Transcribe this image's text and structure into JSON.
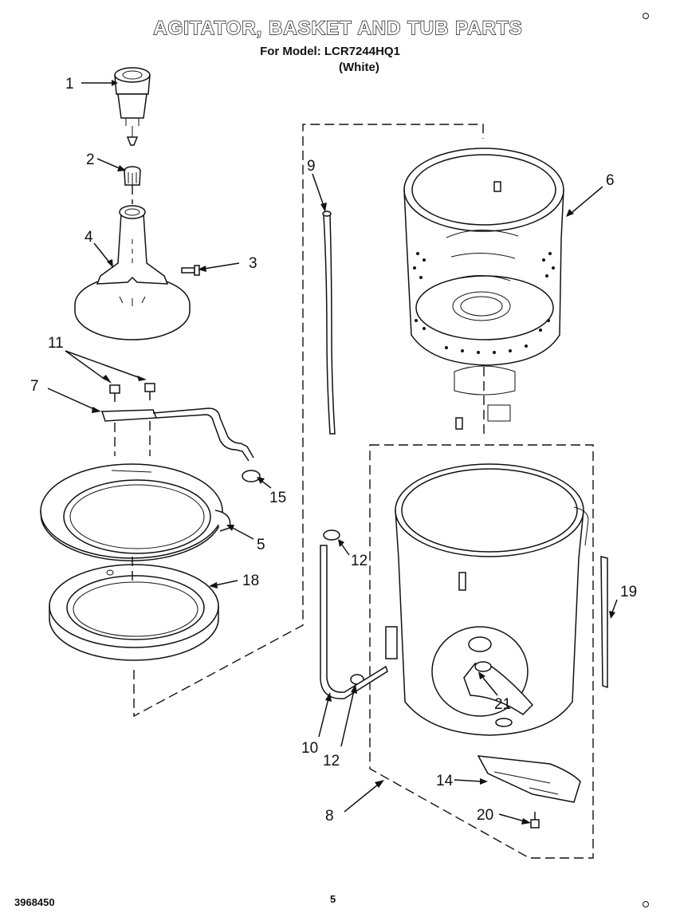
{
  "page": {
    "title": "AGITATOR, BASKET AND TUB PARTS",
    "model_line": "For Model: LCR7244HQ1",
    "variant": "(White)",
    "doc_number": "3968450",
    "page_number": "5"
  },
  "callouts": {
    "c1": "1",
    "c2": "2",
    "c3": "3",
    "c4": "4",
    "c5": "5",
    "c6": "6",
    "c7": "7",
    "c8": "8",
    "c9": "9",
    "c10": "10",
    "c11": "11",
    "c12a": "12",
    "c12b": "12",
    "c14": "14",
    "c15": "15",
    "c18": "18",
    "c19": "19",
    "c20": "20",
    "c21": "21"
  }
}
